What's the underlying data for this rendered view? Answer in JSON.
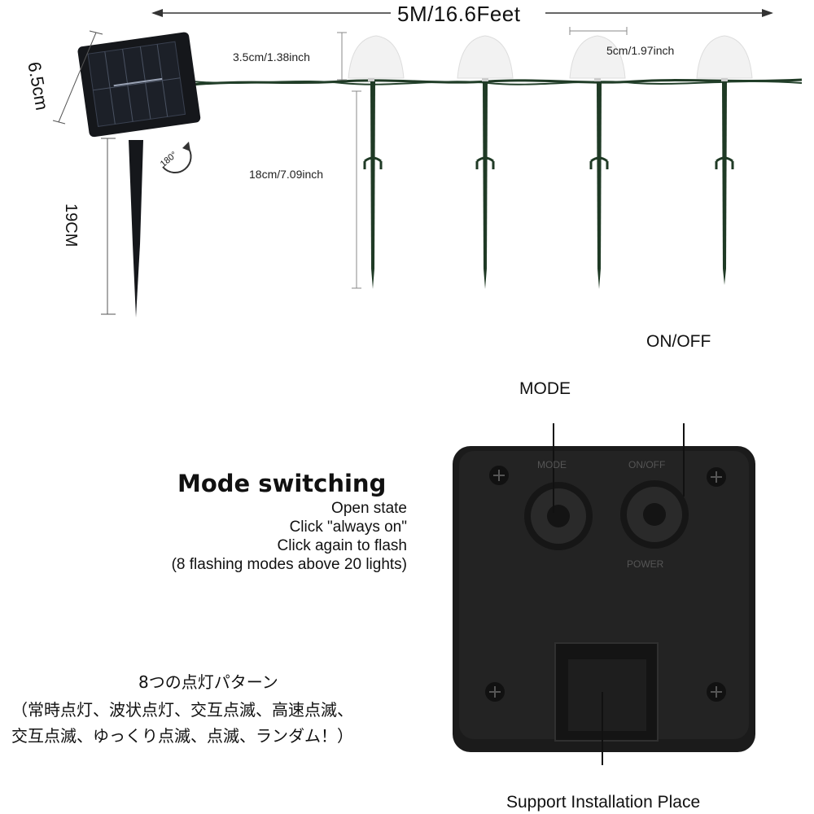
{
  "top_dimension": {
    "length_label": "5M/16.6Feet"
  },
  "panel": {
    "width_label": "6.5cm",
    "stake_label": "19CM",
    "rotate_label": "180°"
  },
  "lights": {
    "count_shown": 4,
    "cap_height_label": "3.5cm/1.38inch",
    "cap_width_label": "5cm/1.97inch",
    "stake_height_label": "18cm/7.09inch"
  },
  "mode_switching": {
    "title": "Mode switching",
    "lines": [
      "Open state",
      "Click \"always on\"",
      "Click again to flash",
      "(8 flashing modes above 20 lights)"
    ]
  },
  "jp_patterns": {
    "title": "8つの点灯パターン",
    "line1": "（常時点灯、波状点灯、交互点滅、高速点滅、",
    "line2": "交互点滅、ゆっくり点滅、点滅、ランダム！）"
  },
  "control_box": {
    "mode_label": "MODE",
    "onoff_label": "ON/OFF",
    "embossed_mode": "MODE",
    "embossed_onoff": "ON/OFF",
    "embossed_power": "POWER",
    "support_label": "Support Installation Place"
  },
  "colors": {
    "wire": "#1f3a25",
    "panel": "#15171b",
    "cap": "#f2f2f2",
    "box": "#1b1b1b"
  }
}
